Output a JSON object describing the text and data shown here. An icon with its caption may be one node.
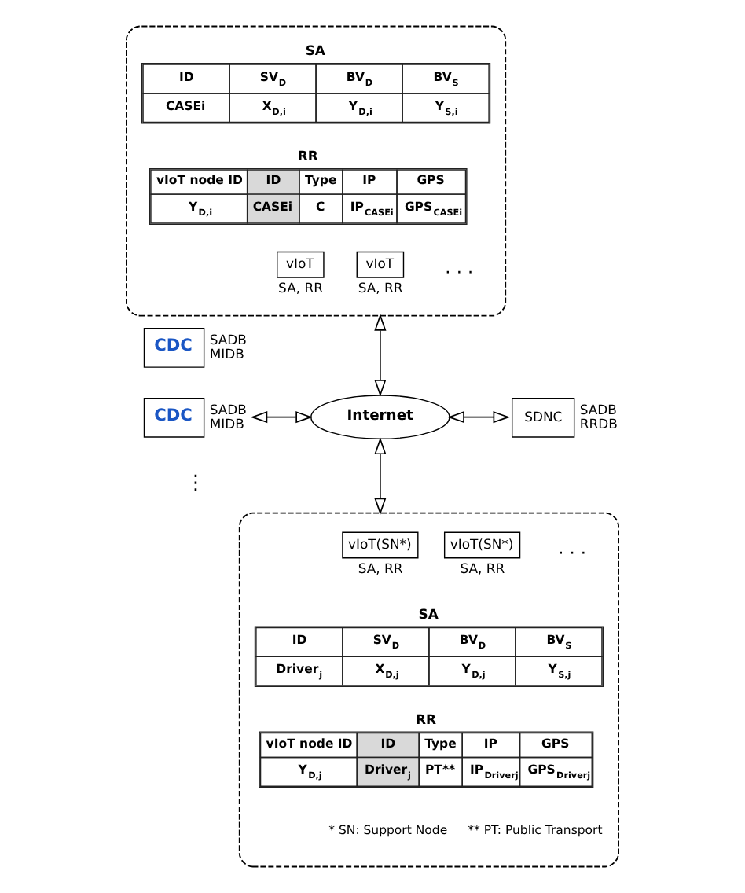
{
  "diagram": {
    "nodes": [
      {
        "text": [],
        "shape": "box"
      },
      {
        "text": [
          "SA",
          "ID",
          "SV$_{D}$",
          "BV$_{D}$",
          "BV$_{S}$",
          "CASEi",
          "X$_{D,i}$",
          "Y$_{D,i}$",
          "Y$_{S,i}$"
        ],
        "in": 0
      },
      {
        "text": [
          "RR",
          "vIoT node ID",
          "ID",
          "Type",
          "IP",
          "GPS",
          "Y$_{D,i}$",
          "CASEi",
          "C",
          "IP$_{CASEi}$",
          "GPS$_{CASEi}$"
        ],
        "in": 0
      },
      {
        "text": [
          "vIoT"
        ],
        "beside": [
          "SA, RR"
        ],
        "in": 0
      },
      {
        "text": [
          "vIoT"
        ],
        "beside": [
          "SA, RR"
        ],
        "in": 0
      },
      {
        "text": [
          "CDC"
        ],
        "beside": [
          "SADB MIDB"
        ]
      },
      {
        "text": [
          "CDC"
        ],
        "beside": [
          "SADB MIDB"
        ]
      },
      {
        "text": [
          "Internet"
        ]
      },
      {
        "text": [
          "SDNC"
        ],
        "beside": [
          "SADB RRDB"
        ]
      },
      {
        "text": [],
        "shape": "box"
      },
      {
        "text": [
          "vIoT(SN*)"
        ],
        "beside": [
          "SA, RR"
        ],
        "in": 9
      },
      {
        "text": [
          "vIoT(SN*)"
        ],
        "beside": [
          "SA, RR"
        ],
        "in": 9
      },
      {
        "text": [
          "SA",
          "ID",
          "SV$_{D}$",
          "BV$_{D}$",
          "BV$_{S}$",
          "Driver$_{j}$",
          "X$_{D,j}$",
          "Y$_{D,j}$",
          "Y$_{S,j}$"
        ],
        "in": 9
      },
      {
        "text": [
          "RR",
          "vIoT node ID",
          "ID",
          "Type",
          "IP",
          "GPS",
          "Y$_{D,j}$",
          "Driver$_{j}$",
          "PT**",
          "IP$_{Driverj}$",
          "GPS$_{Driverj}$"
        ],
        "in": 9
      }
    ],
    "edges": [
      {
        "from": 0,
        "to": 7,
        "arrow": "both"
      },
      {
        "from": 6,
        "to": 7,
        "arrow": "both"
      },
      {
        "from": 7,
        "to": 8,
        "arrow": "both"
      },
      {
        "from": 7,
        "to": 9,
        "arrow": "both"
      }
    ],
    "labels": [
      "· · ·",
      "⋮",
      "· · ·",
      "* SN: Support Node",
      "** PT: Public Transport"
    ]
  }
}
